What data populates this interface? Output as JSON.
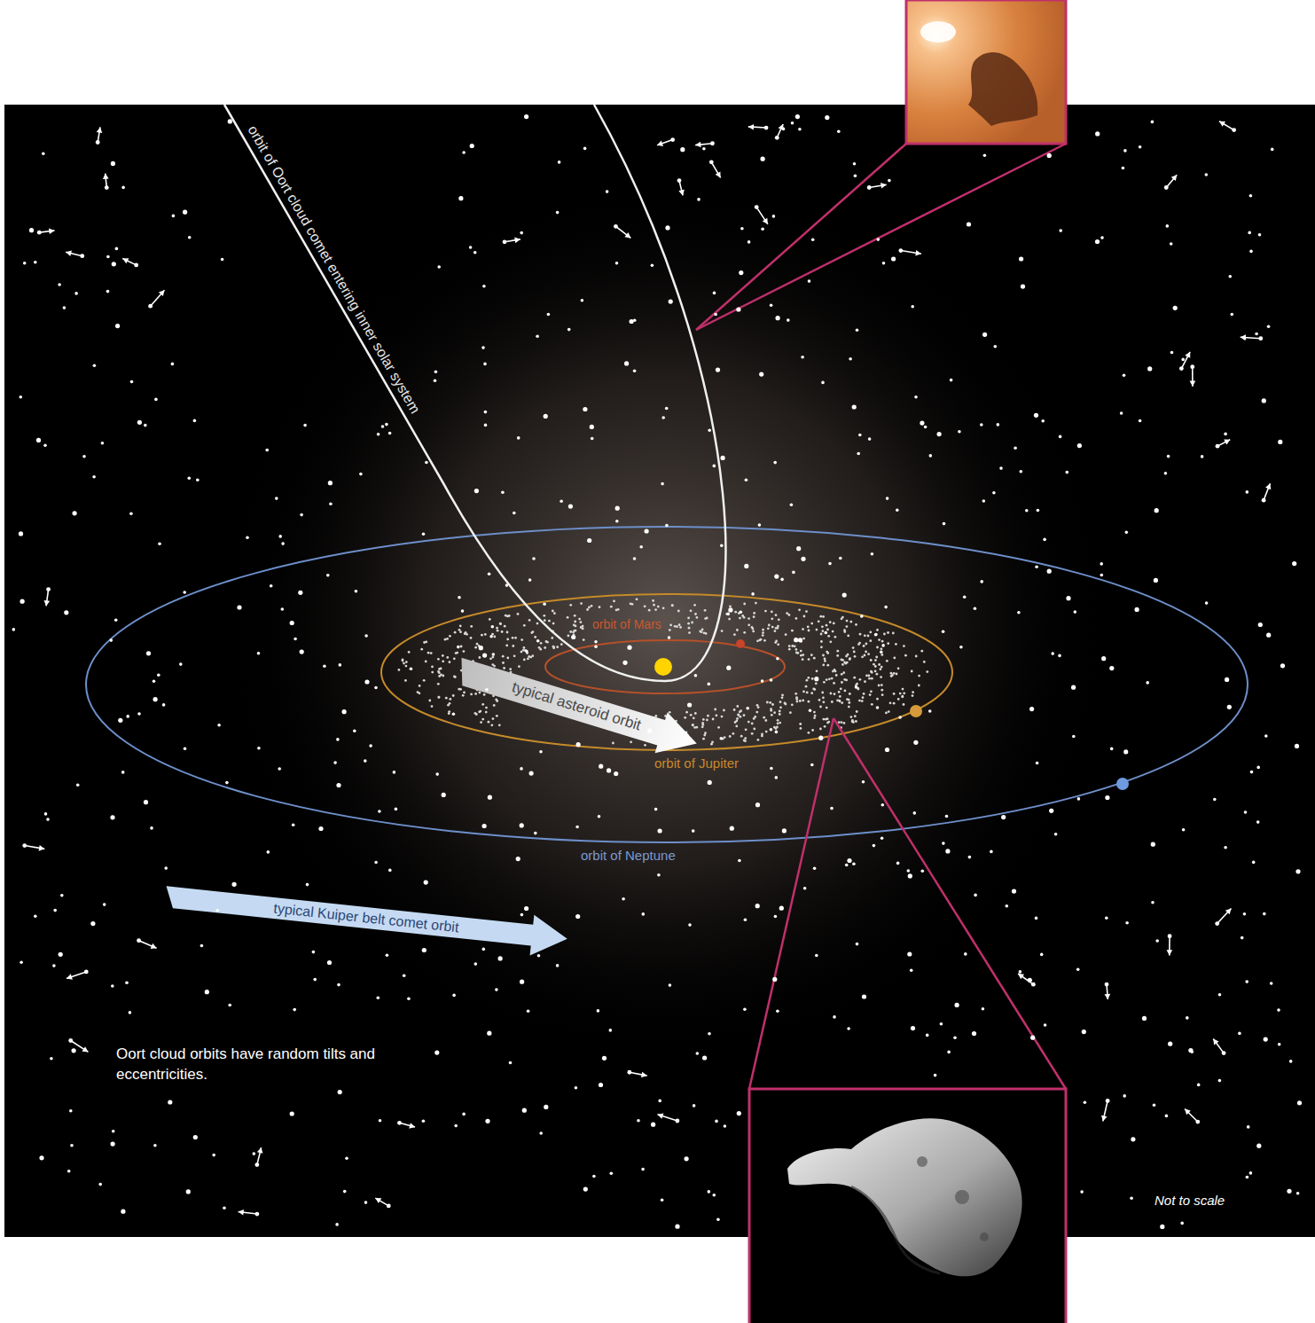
{
  "diagram": {
    "labels": [
      "orbit of Oort cloud comet entering inner solar system",
      "orbit of Mars",
      "typical asteroid orbit",
      "orbit of Jupiter",
      "orbit of Neptune",
      "typical Kuiper belt comet orbit",
      "Oort cloud orbits have random tilts and eccentricities.",
      "Not to scale"
    ]
  }
}
